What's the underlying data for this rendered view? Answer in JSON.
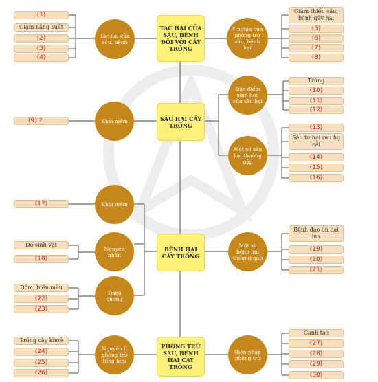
{
  "nodes": {
    "core1": "TÁC HẠI CỦA SÂU, BỆNH ĐỐI VỚI CÂY TRỒNG",
    "core2": "SÂU HẠI CÂY TRỒNG",
    "core3": "BỆNH HẠI CÂY TRỒNG",
    "core4": "PHÒNG TRỪ SÂU, BỆNH HẠI CÂY TRỒNG",
    "c_tachai": "Tác hại của sâu, bệnh",
    "c_ynghia": "Ý nghĩa của phòng trừ sâu, bệnh hại",
    "c_khainiem1": "Khái niệm",
    "c_dacdiem": "Đặc điểm sinh học của sâu hại",
    "c_motsosau": "Một số sâu hại thường gặp",
    "c_khainiem2": "Khái niệm",
    "c_nguyennhan": "Nguyên nhân",
    "c_trieuchung": "Triệu chứng",
    "c_motsobenh": "Một số bệnh hại thường gặp",
    "c_nguyenly": "Nguyên lí phòng trừ tổng hợp",
    "c_bienphap": "Biện pháp phòng trừ"
  },
  "boxes": {
    "b1": "(1)",
    "b_giam": "Giảm năng suất",
    "b2": "(2)",
    "b3": "(3)",
    "b4": "(4)",
    "b_giamthieu": "Giảm thiểu sâu, bệnh gây hại",
    "b5": "(5)",
    "b6": "(6)",
    "b7": "(7)",
    "b8": "(8)",
    "b9": "(9) ?",
    "b_trung": "Trứng",
    "b10": "(10)",
    "b11": "(11)",
    "b12": "(12)",
    "b13": "(13)",
    "b_sauto": "Sâu tơ hại rau họ cải",
    "b14": "(14)",
    "b15": "(15)",
    "b16": "(16)",
    "b17": "(17)",
    "b_dosinhvat": "Do sinh vật",
    "b18": "(18)",
    "b_dom": "Đốm, biến màu",
    "b22": "(22)",
    "b23": "(23)",
    "b_benhdao": "Bệnh đạo ôn hại lúa",
    "b19": "(19)",
    "b20": "(20)",
    "b21": "(21)",
    "b_trongcay": "Trồng cây khoẻ",
    "b24": "(24)",
    "b25": "(25)",
    "b26": "(26)",
    "b_canhtac": "Canh tác",
    "b27": "(27)",
    "b28": "(28)",
    "b29": "(29)",
    "b30": "(30)"
  },
  "colors": {
    "circle": "#c5871b",
    "core": "#fff07a",
    "box": "#f5dfbf",
    "answer": "#d32020"
  }
}
